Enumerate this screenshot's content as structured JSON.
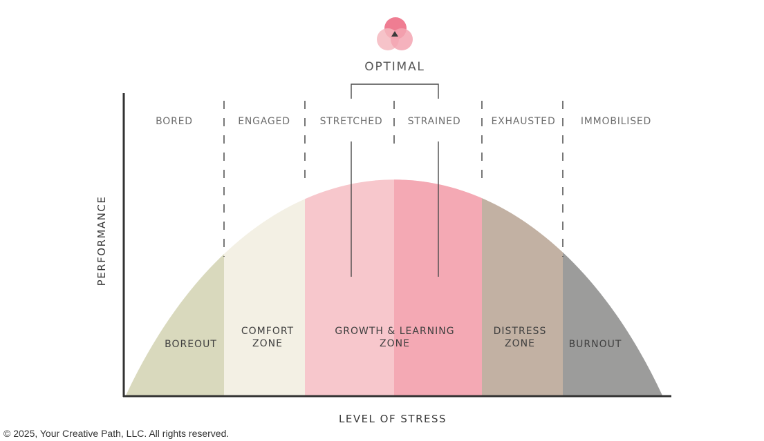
{
  "diagram": {
    "optimal_label": "OPTIMAL",
    "y_axis_label": "PERFORMANCE",
    "x_axis_label": "LEVEL OF STRESS",
    "stress_states": [
      "BORED",
      "ENGAGED",
      "STRETCHED",
      "STRAINED",
      "EXHAUSTED",
      "IMMOBILISED"
    ],
    "zones": [
      {
        "lines": [
          "BOREOUT"
        ],
        "color": "#d9d9bd"
      },
      {
        "lines": [
          "COMFORT",
          "ZONE"
        ],
        "color": "#f3f0e4"
      },
      {
        "lines": [
          "GROWTH & LEARNING",
          "ZONE"
        ],
        "color": "#f7c7cc"
      },
      {
        "lines": [
          "DISTRESS",
          "ZONE"
        ],
        "color": "#c2b1a3"
      },
      {
        "lines": [
          "BURNOUT"
        ],
        "color": "#9c9c9b"
      }
    ],
    "colors": {
      "strained_band": "#f4a9b4",
      "logo_top": "#ef7d92",
      "logo_left": "#f5b8c0",
      "logo_right": "#f3a4b1",
      "axis": "#333333"
    }
  },
  "footer": {
    "copyright": "© 2025, Your Creative Path, LLC. All rights reserved."
  }
}
